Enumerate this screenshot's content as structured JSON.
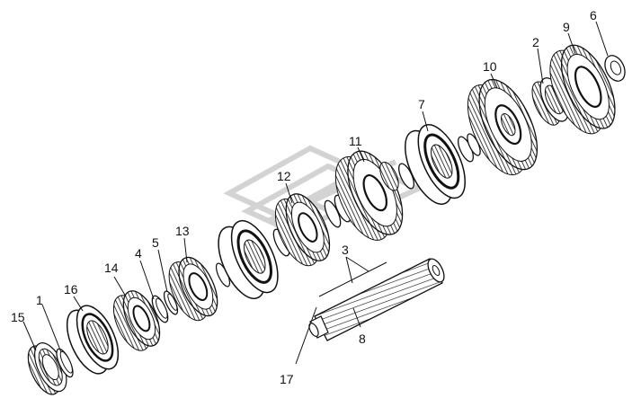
{
  "diagram": {
    "background": "#ffffff",
    "ink_color": "#111111",
    "watermark_color": "#cfcfcf",
    "parts": [
      {
        "id": "15",
        "label": "15",
        "kind": "spur-gear"
      },
      {
        "id": "1",
        "label": "1",
        "kind": "ring"
      },
      {
        "id": "16",
        "label": "16",
        "kind": "synchro-hub"
      },
      {
        "id": "14",
        "label": "14",
        "kind": "spur-gear"
      },
      {
        "id": "4",
        "label": "4",
        "kind": "ring"
      },
      {
        "id": "5",
        "label": "5",
        "kind": "ring"
      },
      {
        "id": "13",
        "label": "13",
        "kind": "spur-gear"
      },
      {
        "id": "12",
        "label": "12",
        "kind": "spur-gear"
      },
      {
        "id": "11",
        "label": "11",
        "kind": "spur-gear"
      },
      {
        "id": "7",
        "label": "7",
        "kind": "synchro-hub"
      },
      {
        "id": "10",
        "label": "10",
        "kind": "spur-gear"
      },
      {
        "id": "2",
        "label": "2",
        "kind": "bearing"
      },
      {
        "id": "9",
        "label": "9",
        "kind": "spur-gear"
      },
      {
        "id": "6",
        "label": "6",
        "kind": "washer"
      },
      {
        "id": "3",
        "label": "3",
        "kind": "shaft-group"
      },
      {
        "id": "8",
        "label": "8",
        "kind": "splined-shaft"
      },
      {
        "id": "17",
        "label": "17",
        "kind": "shaft-end"
      }
    ]
  }
}
